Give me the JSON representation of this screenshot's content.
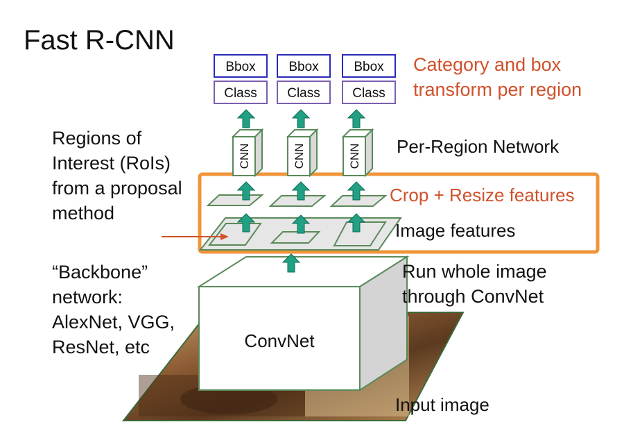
{
  "title": "Fast R-CNN",
  "labels": {
    "rois_lines": [
      "Regions of",
      "Interest (RoIs)",
      "from a proposal",
      "method"
    ],
    "backbone_lines": [
      "“Backbone”",
      "network:",
      "AlexNet, VGG,",
      "ResNet, etc"
    ],
    "category_lines": [
      "Category and box",
      "transform per region"
    ],
    "per_region": "Per-Region Network",
    "crop_resize": "Crop + Resize features",
    "image_features": "Image features",
    "run_whole_lines": [
      "Run whole image",
      "through ConvNet"
    ],
    "input_image": "Input image",
    "convnet": "ConvNet"
  },
  "heads": [
    {
      "bbox": "Bbox",
      "class": "Class",
      "cnn": "CNN"
    },
    {
      "bbox": "Bbox",
      "class": "Class",
      "cnn": "CNN"
    },
    {
      "bbox": "Bbox",
      "class": "Class",
      "cnn": "CNN"
    }
  ],
  "colors": {
    "highlight_box": "#f0953a",
    "arrow": "#22a083",
    "bbox_border": "#2b2bb8",
    "class_border": "#7b5fb0",
    "red_text": "#d0512c",
    "panel_fill": "#e6e6e6"
  }
}
